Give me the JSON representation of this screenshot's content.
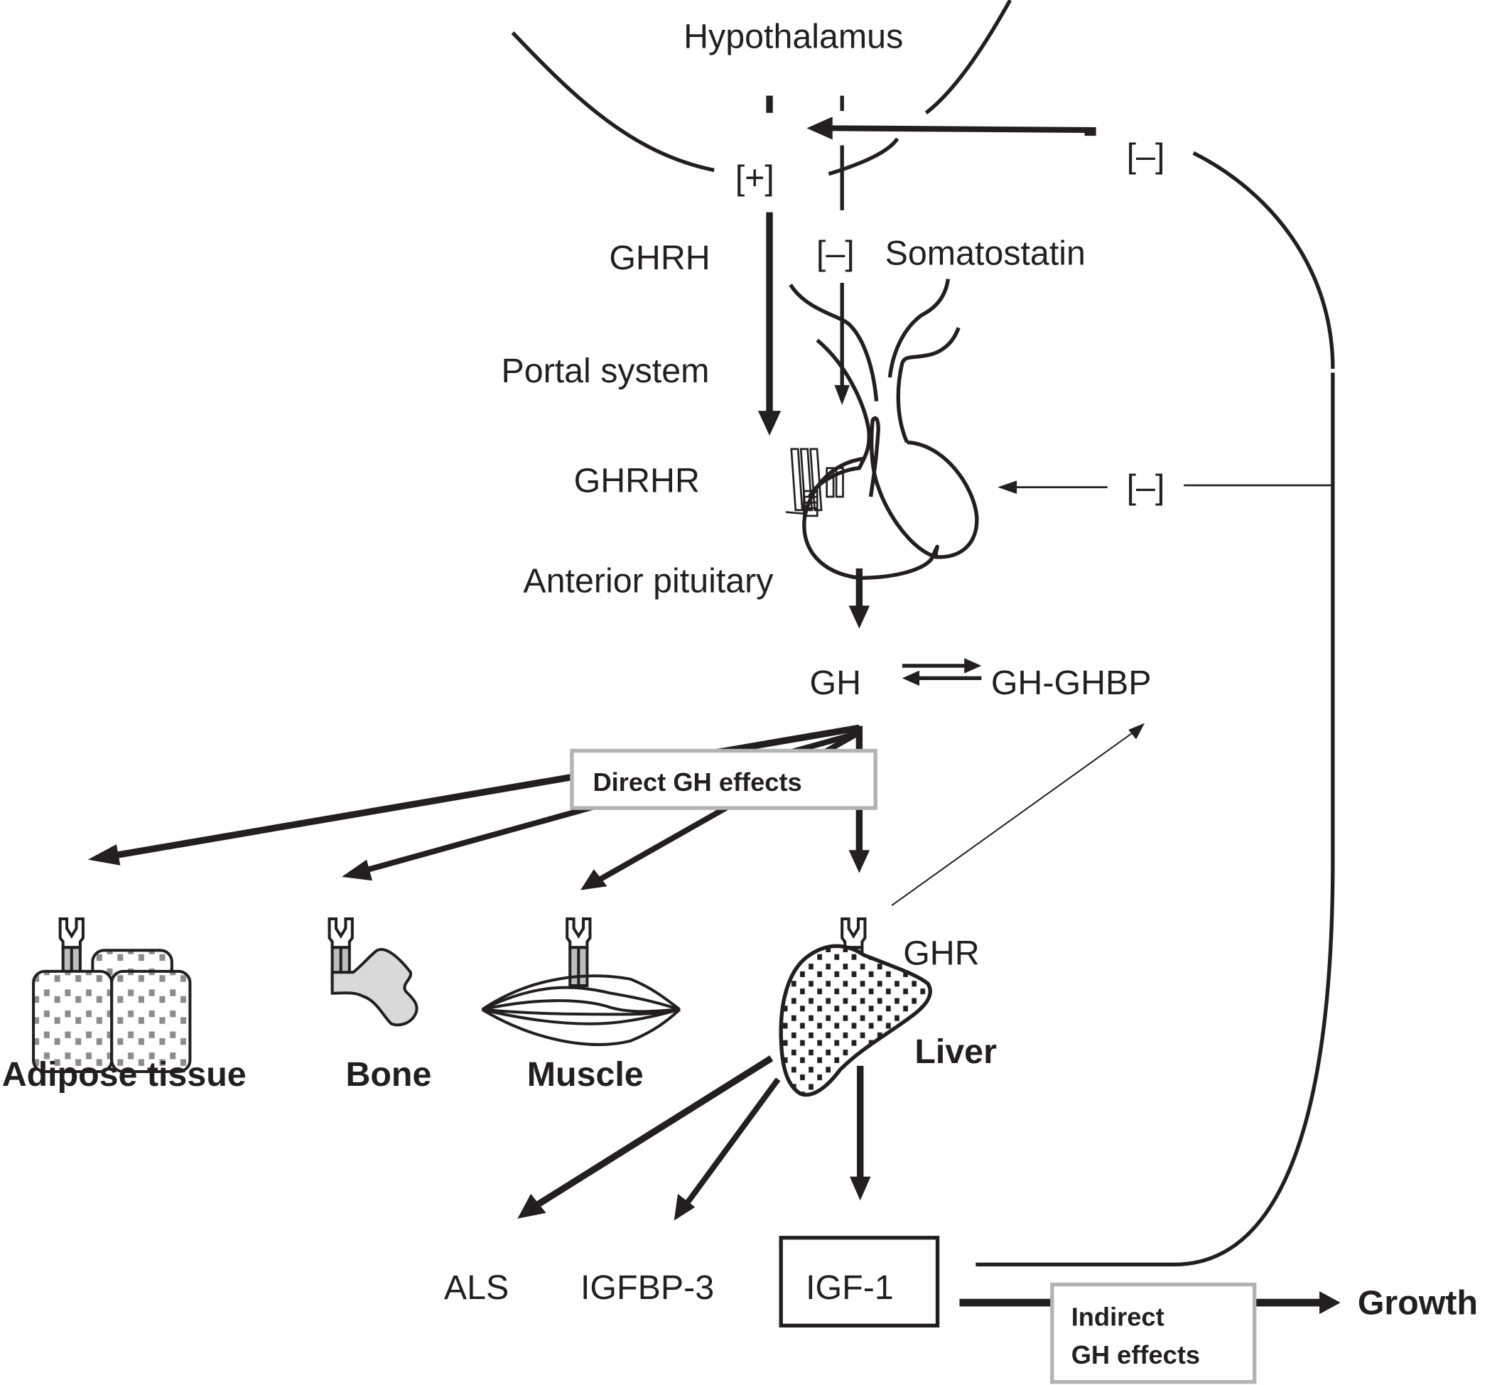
{
  "diagram": {
    "title_region": "Hypothalamus",
    "labels": {
      "hypothalamus": "Hypothalamus",
      "plus_sign": "[+]",
      "minus_top_right": "[–]",
      "ghrh": "GHRH",
      "minus_somatostatin": "[–]",
      "somatostatin": "Somatostatin",
      "portal_system": "Portal system",
      "ghrhr": "GHRHR",
      "minus_pituitary": "[–]",
      "anterior_pituitary": "Anterior pituitary",
      "gh": "GH",
      "gh_ghbp": "GH-GHBP",
      "direct_effects": "Direct GH effects",
      "adipose": "Adipose tissue",
      "bone": "Bone",
      "muscle": "Muscle",
      "ghr": "GHR",
      "liver": "Liver",
      "als": "ALS",
      "igfbp3": "IGFBP-3",
      "igf1": "IGF-1",
      "indirect_line1": "Indirect",
      "indirect_line2": "GH effects",
      "growth": "Growth"
    },
    "colors": {
      "ink": "#231f20",
      "box_border": "#b3b3b3",
      "tissue_fill": "#d9d9d9",
      "pattern_gray": "#8c8c8c",
      "receptor_gray": "#bdbdbd"
    }
  }
}
